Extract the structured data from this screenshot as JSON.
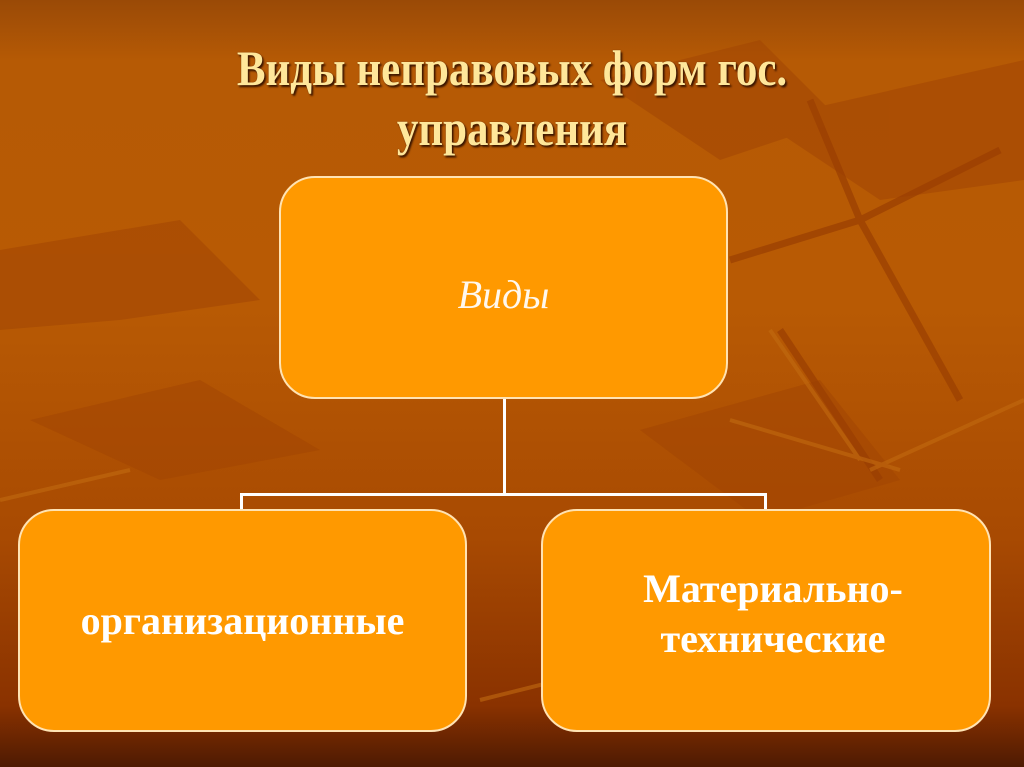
{
  "slide": {
    "title": "Виды неправовых форм гос. управления",
    "title_line1": "Виды неправовых форм гос.",
    "title_line2": "управления"
  },
  "diagram": {
    "root": {
      "label": "Виды"
    },
    "children": [
      {
        "label": "организационные"
      },
      {
        "label_line1": "Материально-",
        "label_line2": "технические",
        "label": "Материально-технические"
      }
    ]
  },
  "colors": {
    "background": "#b35604",
    "box_fill": "#ff9900",
    "box_border": "#ffe3b3",
    "title_text": "#ffe79a",
    "connector": "#ffffff",
    "box_text": "#ffffff"
  }
}
